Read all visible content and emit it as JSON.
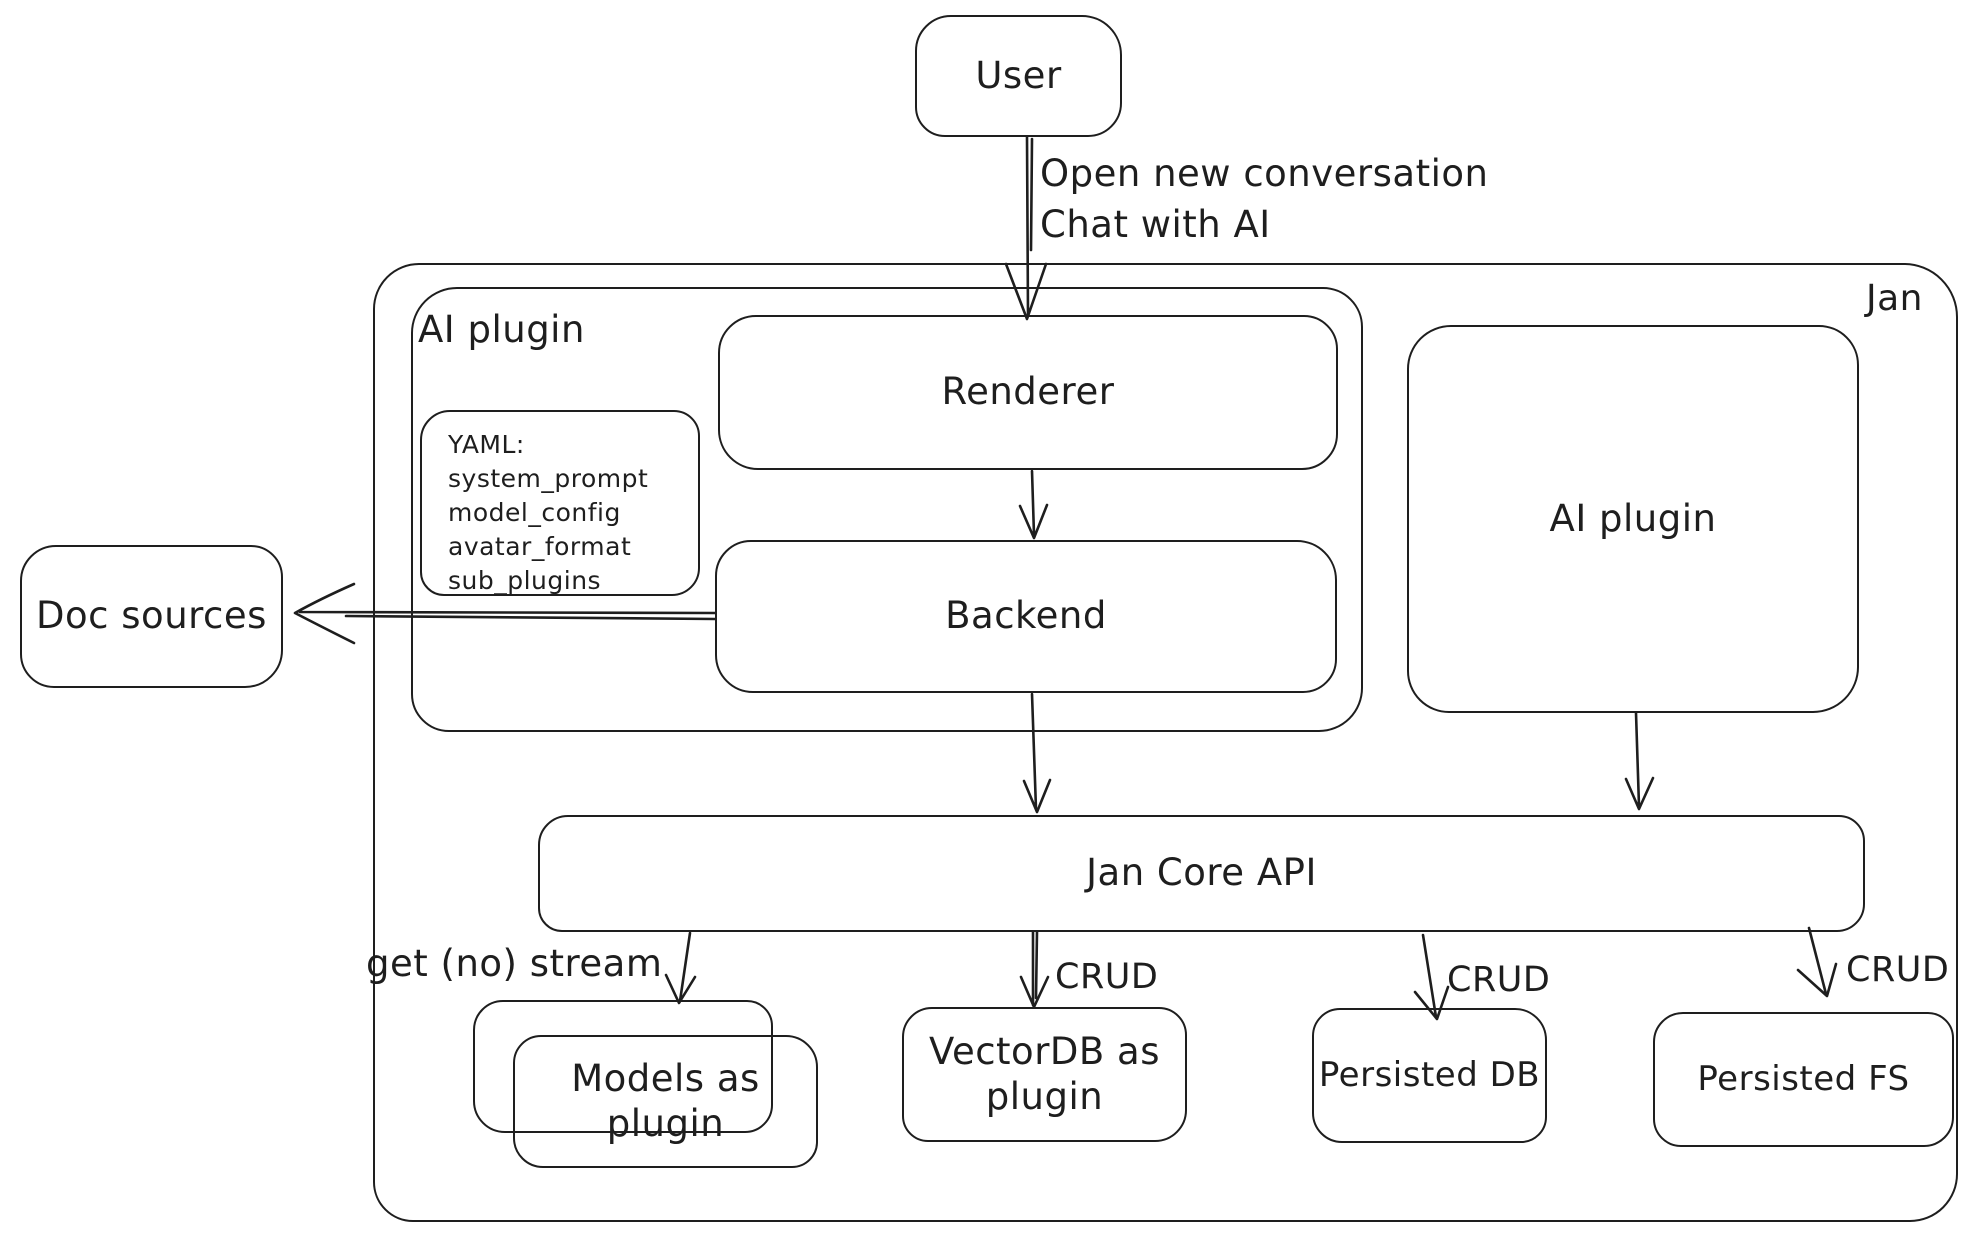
{
  "colors": {
    "stroke": "#1e1e1e",
    "background": "#ffffff"
  },
  "nodes": {
    "user": {
      "label": "User"
    },
    "jan": {
      "label": "Jan"
    },
    "ai_plugin_left": {
      "label": "AI plugin"
    },
    "yaml_note": {
      "lines": [
        "YAML:",
        "system_prompt",
        "model_config",
        "avatar_format",
        "sub_plugins"
      ]
    },
    "renderer": {
      "label": "Renderer"
    },
    "backend": {
      "label": "Backend"
    },
    "ai_plugin_right": {
      "label": "AI plugin"
    },
    "doc_sources": {
      "label": "Doc sources"
    },
    "jan_core_api": {
      "label": "Jan Core API"
    },
    "models_as_plugin": {
      "label": "Models as plugin"
    },
    "vectordb_as_plugin": {
      "label": "VectorDB as plugin"
    },
    "persisted_db": {
      "label": "Persisted DB"
    },
    "persisted_fs": {
      "label": "Persisted FS"
    }
  },
  "edges": {
    "user_to_renderer": {
      "labels": [
        "Open new conversation",
        "Chat with AI"
      ]
    },
    "core_to_models": {
      "label": "get (no) stream"
    },
    "core_to_vectordb": {
      "label": "CRUD"
    },
    "core_to_persisted_db": {
      "label": "CRUD"
    },
    "core_to_persisted_fs": {
      "label": "CRUD"
    }
  }
}
